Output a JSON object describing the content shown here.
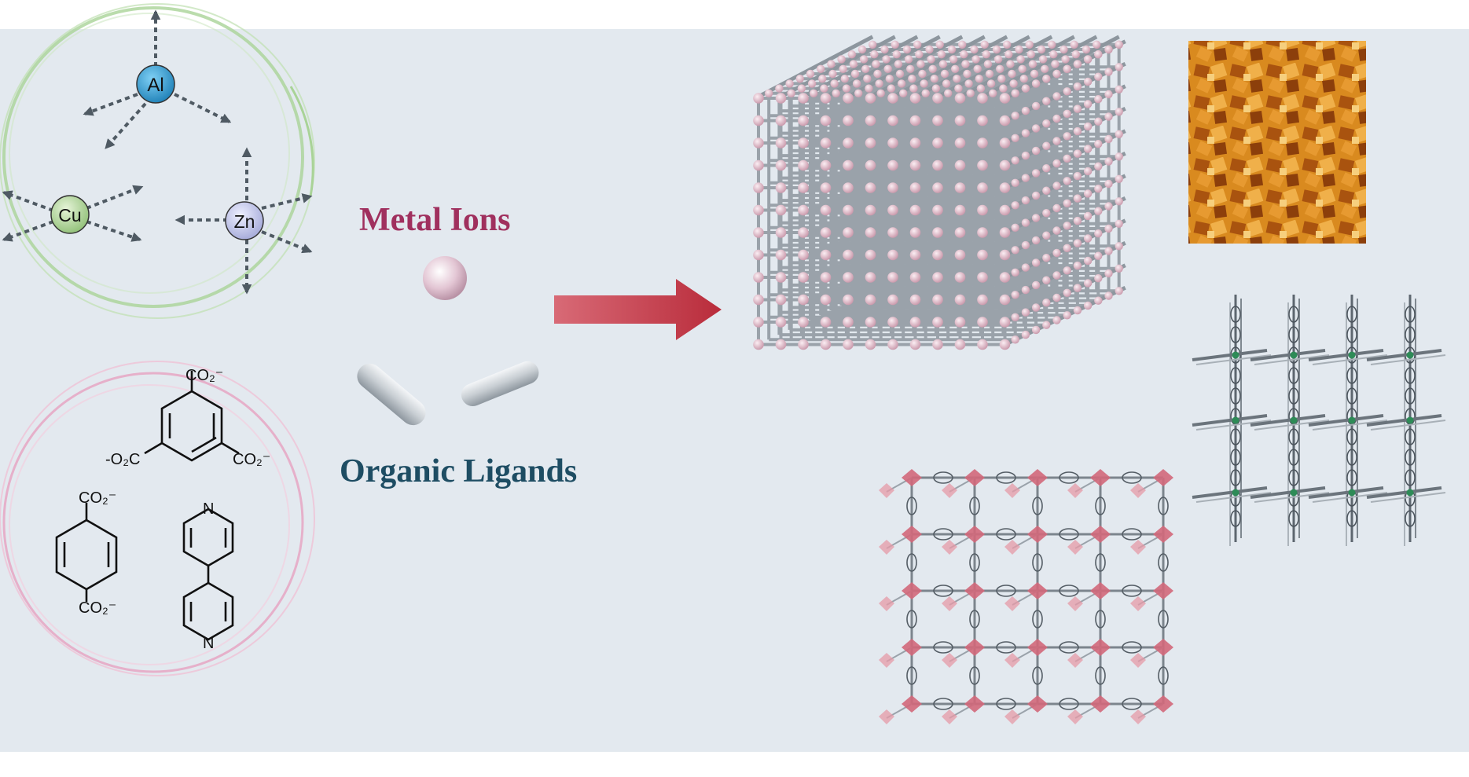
{
  "labels": {
    "metal_ions": "Metal Ions",
    "organic_ligands": "Organic Ligands"
  },
  "metals": [
    {
      "symbol": "Al",
      "color": "#2f9fd6"
    },
    {
      "symbol": "Cu",
      "color": "#a7d08f"
    },
    {
      "symbol": "Zn",
      "color": "#b8bde6"
    }
  ],
  "ligands": {
    "btc_top": "CO₂⁻",
    "btc_left": "-O₂C",
    "btc_right": "CO₂⁻",
    "bdc_top": "CO₂⁻",
    "bdc_bottom": "CO₂⁻",
    "bipy_top_n": "N",
    "bipy_bottom_n": "N"
  },
  "colors": {
    "background": "#e3e9ef",
    "metal_label": "#a0305e",
    "organic_label": "#1e4d63",
    "arrow": "#c23a48",
    "metal_ring": "#9fcd8f",
    "ligand_ring": "#e2a6c1",
    "node": "#e3bcc9",
    "strut": "#9aa2aa",
    "crystals": "#c9801c"
  }
}
